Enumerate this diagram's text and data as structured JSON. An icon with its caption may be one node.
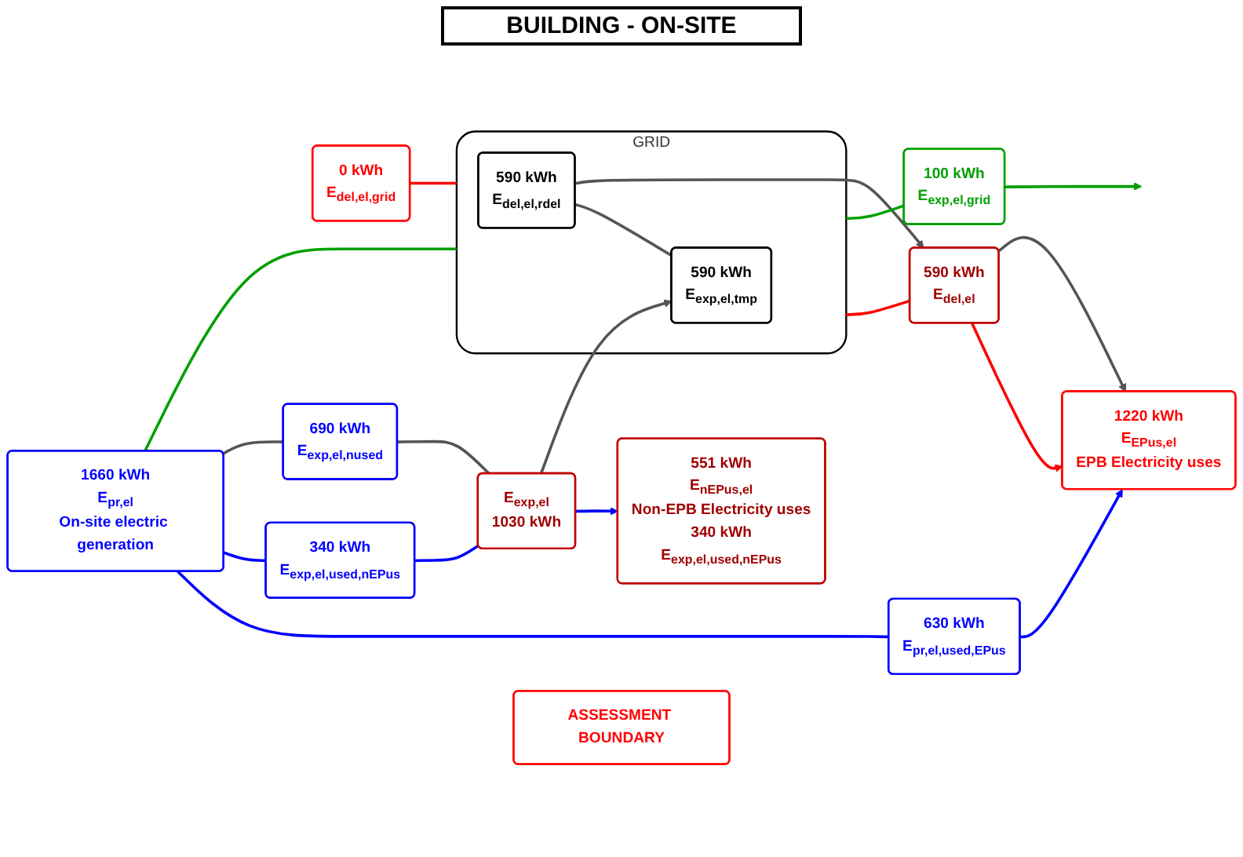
{
  "diagram": {
    "nodes": [
      {
        "text": [
          "0 kWh",
          "E$_{del,el,grid}$"
        ]
      },
      {
        "text": [
          "GRID"
        ]
      },
      {
        "text": [
          "590 kWh",
          "E$_{del,el,rdel}$"
        ],
        "in": 1
      },
      {
        "text": [
          "590 kWh",
          "E$_{exp,el,tmp}$"
        ],
        "in": 1
      },
      {
        "text": [
          "590 kWh",
          "E$_{del,el}$"
        ]
      },
      {
        "text": [
          "551 kWh",
          "E$_{nEPus,el}$",
          "Non-EPB Electricity uses",
          "340 kWh",
          "E$_{exp,el,used,nEPus}$"
        ]
      },
      {
        "text": [
          "1220 kWh",
          "E$_{EPus,el}$",
          "EPB Electricity uses"
        ]
      },
      {
        "text": [
          "630 kWh",
          "E$_{pr,el,used,EPus}$"
        ]
      },
      {
        "text": [
          "E$_{exp,el}$",
          "1030 kWh"
        ]
      },
      {
        "text": [
          "340 kWh",
          "E$_{exp,el,used,nEPus}$"
        ]
      },
      {
        "text": [
          "1660 kWh",
          "E$_{pr,el}$",
          "On-site electric generation"
        ]
      },
      {
        "text": [
          "690 kWh",
          "E$_{exp,el,nused}$"
        ]
      },
      {
        "text": [
          "100 kWh",
          "E$_{exp,el,grid}$"
        ]
      },
      {
        "text": [
          "ASSESSMENT BOUNDARY"
        ]
      }
    ],
    "edges": [
      {
        "from": 0,
        "to": 1,
        "arrow": "none",
        "color": "#ff0000"
      },
      {
        "from": 1,
        "to": 4,
        "arrow": "none",
        "color": "#ff0000"
      },
      {
        "from": 4,
        "to": 6,
        "arrow": "to",
        "color": "#ff0000"
      },
      {
        "from": 2,
        "to": 3,
        "arrow": "none"
      },
      {
        "from": 2,
        "to": 4,
        "arrow": "to"
      },
      {
        "from": 4,
        "to": 6,
        "arrow": "to"
      },
      {
        "from": 10,
        "to": 7,
        "arrow": "none",
        "color": "#0000ff"
      },
      {
        "from": 7,
        "to": 6,
        "arrow": "to",
        "color": "#0000ff"
      },
      {
        "from": 10,
        "to": 9,
        "arrow": "none",
        "color": "#0000ff"
      },
      {
        "from": 9,
        "to": 8,
        "arrow": "none",
        "color": "#0000ff"
      },
      {
        "from": 8,
        "to": 5,
        "arrow": "to",
        "color": "#0000ff"
      },
      {
        "from": 10,
        "to": 11,
        "arrow": "none"
      },
      {
        "from": 11,
        "to": 8,
        "arrow": "none"
      },
      {
        "from": 8,
        "to": 3,
        "arrow": "to"
      },
      {
        "from": 10,
        "to": 1,
        "arrow": "none",
        "color": "#00a000"
      },
      {
        "from": 1,
        "to": 12,
        "arrow": "none",
        "color": "#00a000"
      },
      {
        "from": 12,
        "to": null,
        "arrow": "to",
        "color": "#00a000"
      }
    ],
    "labels": [
      "BUILDING - ON-SITE"
    ]
  }
}
